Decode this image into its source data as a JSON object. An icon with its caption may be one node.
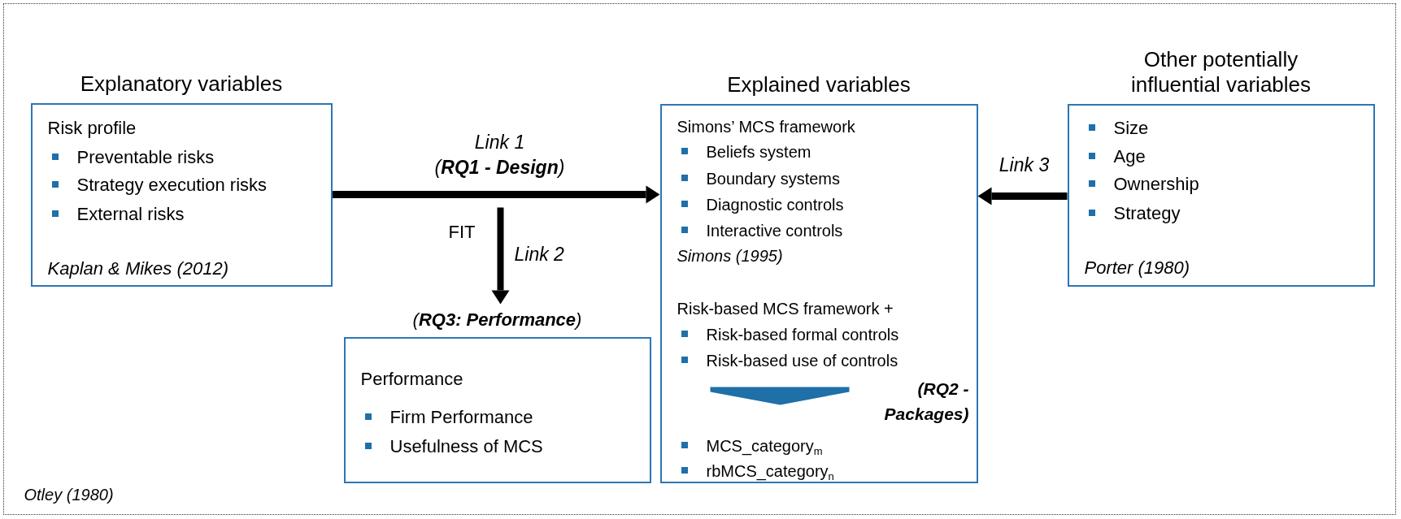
{
  "diagram": {
    "nodes": [
      {
        "text": [
          "Otley (1980)"
        ]
      },
      {
        "text": [
          "Explanatory variables",
          "Risk profile",
          "Preventable risks",
          "Strategy execution risks",
          "External risks",
          "Kaplan & Mikes (2012)"
        ],
        "in": 0
      },
      {
        "text": [
          "Explained variables",
          "Simons’ MCS framework",
          "Beliefs system",
          "Boundary systems",
          "Diagnostic controls",
          "Interactive controls",
          "Simons (1995)",
          "Risk-based MCS framework +",
          "Risk-based formal controls",
          "Risk-based use of controls",
          "(RQ2 - Packages)",
          "MCS_category$_{m}$",
          "rbMCS_category$_{n}$"
        ],
        "in": 0
      },
      {
        "text": [
          "Other potentially influential variables",
          "Size",
          "Age",
          "Ownership",
          "Strategy",
          "Porter (1980)"
        ],
        "in": 0
      },
      {
        "text": [
          "(**RQ3: Performance**)",
          "Performance",
          "Firm Performance",
          "Usefulness of MCS"
        ],
        "in": 0
      }
    ],
    "edges": [
      {
        "from": 1,
        "to": 2,
        "arrow": "to",
        "label": "Link 1 (**RQ1 - Design**)"
      },
      {
        "from": null,
        "to": 4,
        "arrow": "to",
        "label": "Link 2"
      },
      {
        "from": 3,
        "to": 2,
        "arrow": "to",
        "label": "Link 3"
      }
    ],
    "labels": [
      "FIT"
    ]
  }
}
